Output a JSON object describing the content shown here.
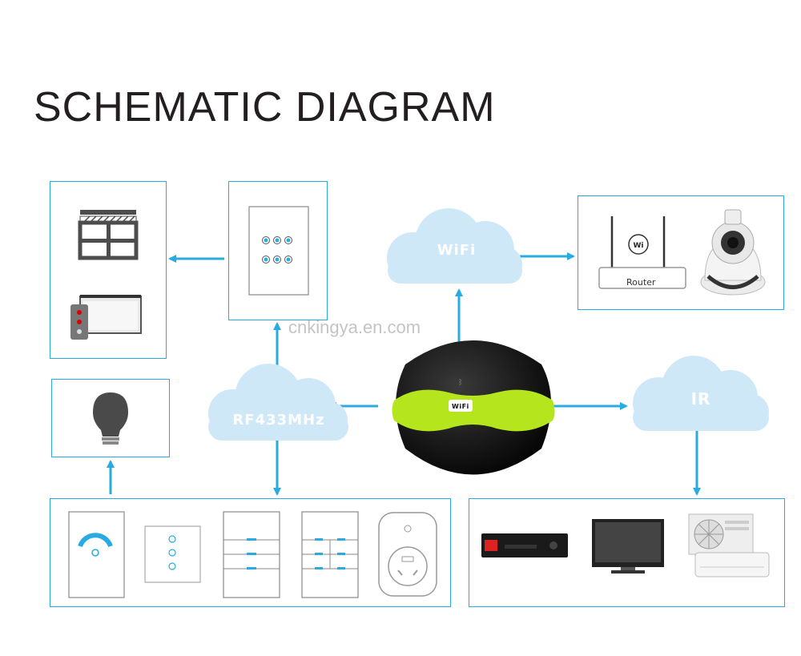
{
  "title": "SCHEMATIC DIAGRAM",
  "watermark": "cnkingya.en.com",
  "clouds": {
    "wifi": "WiFi",
    "rf": "RF433MHz",
    "ir": "IR"
  },
  "router_label": "Router",
  "hub_label": "WiFi",
  "colors": {
    "accent": "#29abe2",
    "cloud": "#cfe8f8",
    "hub_green": "#b5e61d",
    "hub_black": "#111111"
  }
}
